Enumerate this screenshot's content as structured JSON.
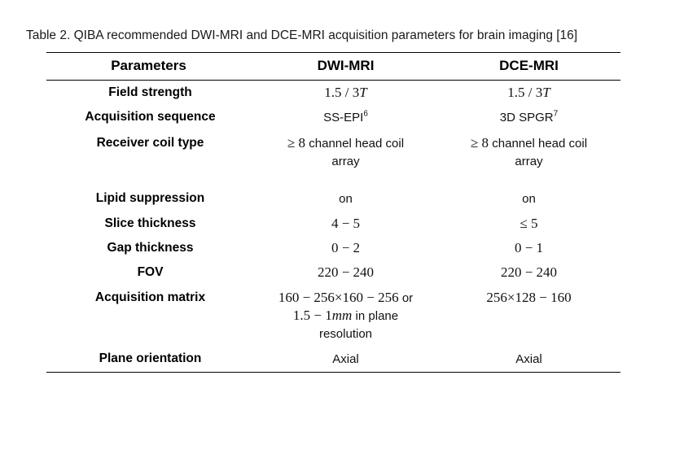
{
  "caption": "Table 2. QIBA recommended DWI-MRI and DCE-MRI acquisition parameters for brain imaging [16]",
  "table": {
    "columns": [
      "Parameters",
      "DWI-MRI",
      "DCE-MRI"
    ],
    "rows": [
      {
        "parameter": "Field strength",
        "dwi": "1.5 / 3",
        "dwi_italic": "T",
        "dce": "1.5 / 3",
        "dce_italic": "T"
      },
      {
        "parameter": "Acquisition sequence",
        "dwi": "SS-EPI",
        "dwi_sup": "6",
        "dce": "3D SPGR",
        "dce_sup": "7"
      },
      {
        "parameter": "Receiver coil type",
        "dwi_line1": "≥ 8",
        "dwi_line1_sans": "channel head coil",
        "dwi_line2": "array",
        "dce_line1": "≥ 8",
        "dce_line1_sans": "channel head coil",
        "dce_line2": "array"
      },
      {
        "parameter": "Lipid suppression",
        "dwi": "on",
        "dce": "on"
      },
      {
        "parameter": "Slice thickness",
        "dwi": "4 − 5",
        "dce": "≤ 5"
      },
      {
        "parameter": "Gap thickness",
        "dwi": "0 − 2",
        "dce": "0 − 1"
      },
      {
        "parameter": "FOV",
        "dwi": "220 − 240",
        "dce": "220 − 240"
      },
      {
        "parameter": "Acquisition matrix",
        "dwi_line1": "160 − 256×160 − 256",
        "dwi_line1_sans": "or",
        "dwi_line2a": "1.5 − 1",
        "dwi_line2_italic": "mm",
        "dwi_line2_sans": "in plane",
        "dwi_line3": "resolution",
        "dce": "256×128 − 160"
      },
      {
        "parameter": "Plane orientation",
        "dwi": "Axial",
        "dce": "Axial"
      }
    ]
  }
}
